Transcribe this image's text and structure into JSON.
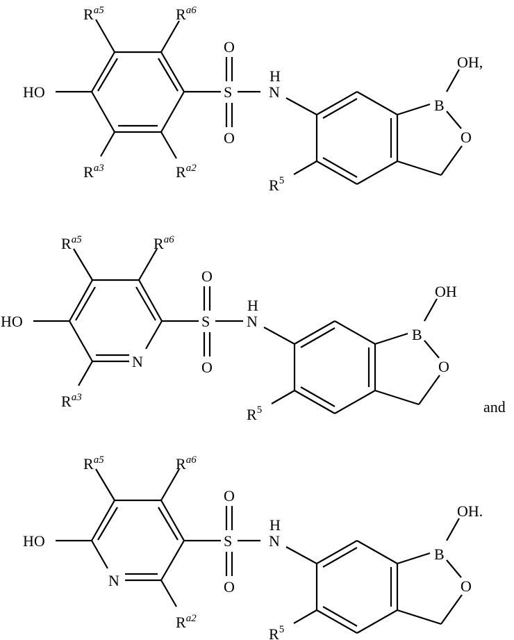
{
  "diagram": {
    "type": "chemical-structures",
    "structures": [
      {
        "id": "structure-1",
        "ring_type": "benzene",
        "substituents": {
          "hydroxy": "HO",
          "r_top_left": "R",
          "r_top_left_sup": "a5",
          "r_top_right": "R",
          "r_top_right_sup": "a6",
          "r_bottom_left": "R",
          "r_bottom_left_sup": "a3",
          "r_bottom_right": "R",
          "r_bottom_right_sup": "a2"
        },
        "sulfonyl": {
          "S": "S",
          "O_top": "O",
          "O_bottom": "O"
        },
        "amine": {
          "N": "N",
          "H": "H"
        },
        "benzoxaborole": {
          "B": "B",
          "O_ring": "O",
          "OH": "OH,",
          "R5": "R",
          "R5_sup": "5"
        }
      },
      {
        "id": "structure-2",
        "ring_type": "pyridine (N adjacent to sulfonyl carbon)",
        "substituents": {
          "hydroxy": "HO",
          "ring_N": "N",
          "r_top_left": "R",
          "r_top_left_sup": "a5",
          "r_top_right": "R",
          "r_top_right_sup": "a6",
          "r_bottom_left": "R",
          "r_bottom_left_sup": "a3"
        },
        "sulfonyl": {
          "S": "S",
          "O_top": "O",
          "O_bottom": "O"
        },
        "amine": {
          "N": "N",
          "H": "H"
        },
        "benzoxaborole": {
          "B": "B",
          "O_ring": "O",
          "OH": "OH",
          "R5": "R",
          "R5_sup": "5"
        },
        "conjunction": "and"
      },
      {
        "id": "structure-3",
        "ring_type": "pyridine (N adjacent to hydroxy carbon)",
        "substituents": {
          "hydroxy": "HO",
          "ring_N": "N",
          "r_top_left": "R",
          "r_top_left_sup": "a5",
          "r_top_right": "R",
          "r_top_right_sup": "a6",
          "r_bottom_right": "R",
          "r_bottom_right_sup": "a2"
        },
        "sulfonyl": {
          "S": "S",
          "O_top": "O",
          "O_bottom": "O"
        },
        "amine": {
          "N": "N",
          "H": "H"
        },
        "benzoxaborole": {
          "B": "B",
          "O_ring": "O",
          "OH": "OH.",
          "R5": "R",
          "R5_sup": "5"
        }
      }
    ]
  }
}
